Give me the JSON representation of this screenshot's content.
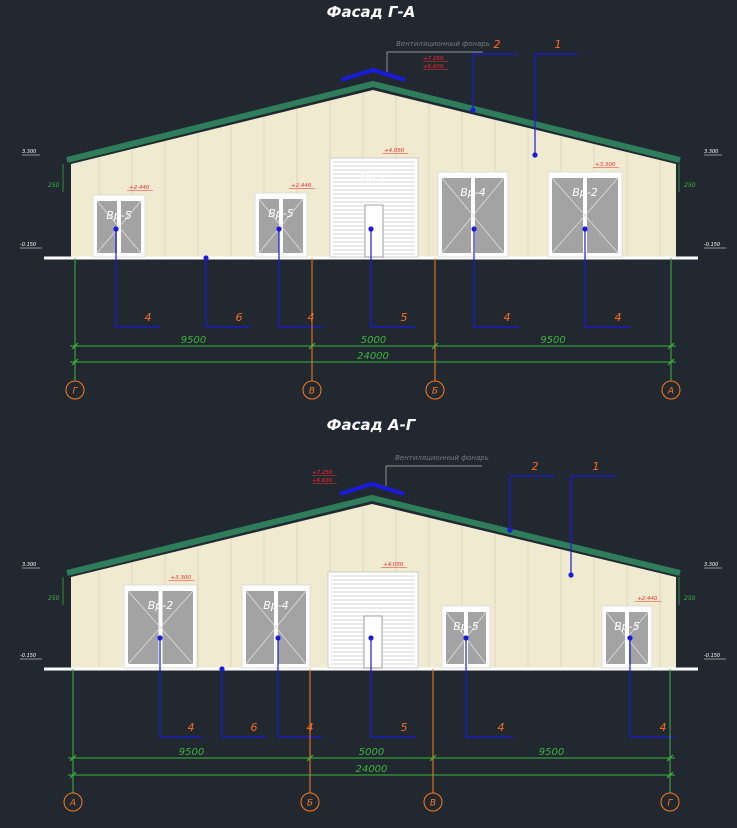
{
  "facades": [
    {
      "title": "Фасад Г-А",
      "vent_label": "Вентиляционный фонарь",
      "vent_levels": [
        "+7.250",
        "+6.630"
      ],
      "eave_levels": [
        "3.300",
        "3.300"
      ],
      "ground_levels": [
        "-0.150",
        "-0.150"
      ],
      "side_dims": [
        "250",
        "250"
      ],
      "doors": [
        {
          "label": "Вр-5",
          "level": "+2.440"
        },
        {
          "label": "Вр-5",
          "level": "+2.440"
        },
        {
          "label": "Вр-1",
          "level": "+4.050"
        },
        {
          "label": "Вр-4",
          "level": ""
        },
        {
          "label": "Вр-2",
          "level": "+3.300"
        }
      ],
      "callouts": [
        "2",
        "1",
        "4",
        "6",
        "4",
        "5",
        "4",
        "4"
      ],
      "dims": [
        "9500",
        "5000",
        "9500"
      ],
      "total_dim": "24000",
      "axes": [
        "Г",
        "В",
        "Б",
        "А"
      ]
    },
    {
      "title": "Фасад А-Г",
      "vent_label": "Вентиляционный фонарь",
      "vent_levels": [
        "+7.250",
        "+6.630"
      ],
      "eave_levels": [
        "3.300",
        "3.300"
      ],
      "ground_levels": [
        "-0.150",
        "-0.150"
      ],
      "side_dims": [
        "250",
        "250"
      ],
      "doors": [
        {
          "label": "Вр-2",
          "level": "+3.300"
        },
        {
          "label": "Вр-4",
          "level": ""
        },
        {
          "label": "",
          "level": "+4.050"
        },
        {
          "label": "Вр-5",
          "level": ""
        },
        {
          "label": "Вр-5",
          "level": "+2.440"
        }
      ],
      "callouts": [
        "2",
        "1",
        "4",
        "6",
        "4",
        "5",
        "4",
        "4"
      ],
      "dims": [
        "9500",
        "5000",
        "9500"
      ],
      "total_dim": "24000",
      "axes": [
        "А",
        "Б",
        "В",
        "Г"
      ]
    }
  ],
  "colors": {
    "background": "#212830",
    "wall": "#efead0",
    "roof": "#2e7d5b",
    "leader": "#1a1adc",
    "dimension": "#3db53d",
    "axis": "#ff7a1a",
    "level": "#ff2a2a"
  }
}
